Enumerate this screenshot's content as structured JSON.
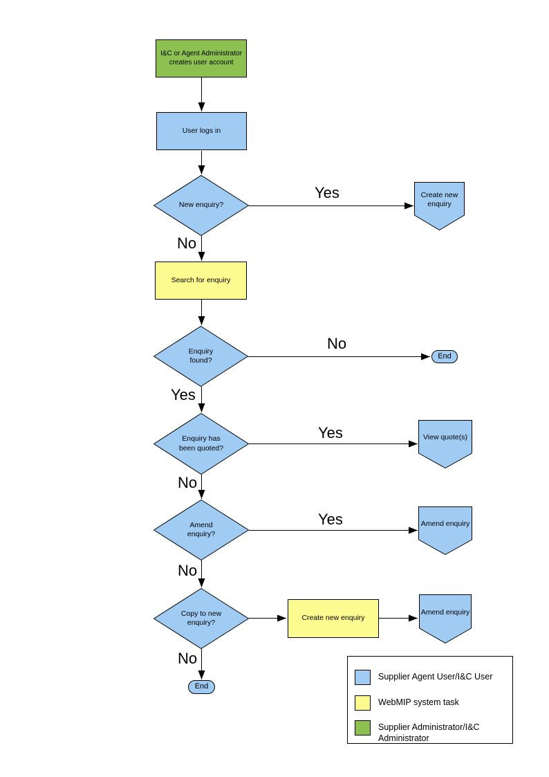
{
  "nodes": {
    "create_account": "I&C or Agent Administrator creates user account",
    "user_logs_in": "User logs in",
    "new_enquiry": "New enquiry?",
    "create_new_enquiry": "Create new enquiry",
    "search_for_enquiry": "Search for enquiry",
    "enquiry_found": "Enquiry found?",
    "end_right": "End",
    "enquiry_quoted": "Enquiry has been quoted?",
    "view_quotes": "View quote(s)",
    "amend_enquiry_decision": "Amend enquiry?",
    "amend_enquiry": "Amend enquiry",
    "copy_to_new_enquiry": "Copy to new enquiry?",
    "create_new_enquiry_task": "Create new enquiry",
    "amend_enquiry_2": "Amend enquiry",
    "end_bottom": "End"
  },
  "branches": {
    "new_enquiry_yes": "Yes",
    "new_enquiry_no": "No",
    "enquiry_found_no": "No",
    "enquiry_found_yes": "Yes",
    "enquiry_quoted_yes": "Yes",
    "enquiry_quoted_no": "No",
    "amend_enquiry_yes": "Yes",
    "amend_enquiry_no": "No",
    "copy_to_new_no": "No"
  },
  "legend": {
    "items": [
      {
        "color": "#A0CBF3",
        "label": "Supplier Agent User/I&C User"
      },
      {
        "color": "#FBFB8F",
        "label": "WebMIP system task"
      },
      {
        "color": "#8CC152",
        "label": "Supplier Administrator/I&C Administrator"
      }
    ]
  },
  "colors": {
    "user_shape_fill": "#A0CBF3",
    "system_shape_fill": "#FBFB8F",
    "admin_shape_fill": "#8CC152",
    "outline": "#000000",
    "background": "#FFFFFF"
  }
}
